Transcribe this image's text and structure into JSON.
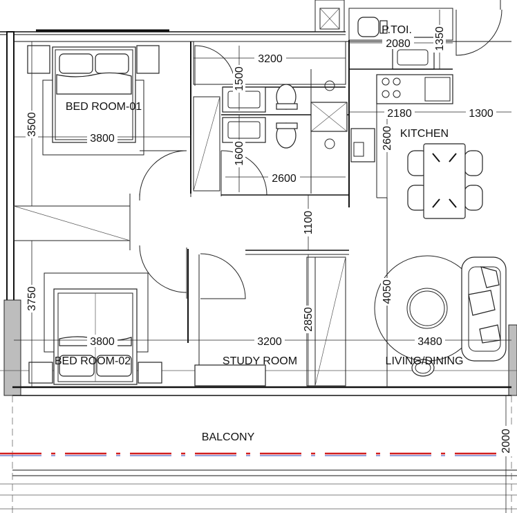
{
  "rooms": {
    "bedroom1": "BED ROOM-01",
    "bedroom2": "BED ROOM-02",
    "study": "STUDY ROOM",
    "kitchen": "KITCHEN",
    "living": "LIVING/DINING",
    "balcony": "BALCONY",
    "ptoilet": "P.TOI."
  },
  "dimensions": {
    "bath_width_top": "3200",
    "bath_upper_height": "1500",
    "bath_lower_height": "1600",
    "bath_lower_width": "2600",
    "ptoilet_width": "2080",
    "ptoilet_height": "1350",
    "kitchen_width_left": "2180",
    "kitchen_width_right": "1300",
    "kitchen_height": "2600",
    "bedroom1_height": "3500",
    "bedroom1_width": "3800",
    "corridor_height": "1100",
    "bedroom2_height": "3750",
    "bedroom2_width": "3800",
    "study_height": "2850",
    "study_width": "3200",
    "living_height": "4050",
    "living_width": "3480",
    "balcony_depth": "2000"
  },
  "colors": {
    "line": "#111111",
    "wall_grey": "#bdbdbd",
    "axis_red": "#d11f1f",
    "axis_blue": "#2a3fb5"
  }
}
